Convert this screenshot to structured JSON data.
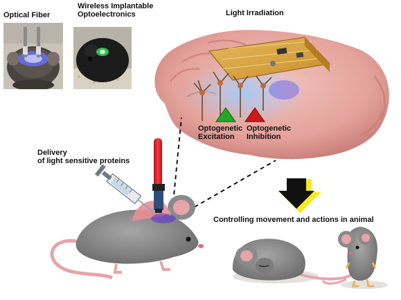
{
  "labels": {
    "optical_fiber": "Optical Fiber",
    "wireless_line1": "Wireless Implantable",
    "wireless_line2": "Optoelectronics",
    "light_irradiation": "Light Irradiation",
    "excitation_line1": "Optogenetic",
    "excitation_line2": "Excitation",
    "inhibition_line1": "Optogenetic",
    "inhibition_line2": "Inhibition",
    "delivery_line1": "Delivery",
    "delivery_line2": "of light sensitive proteins",
    "controlling": "Controlling movement and actions in animal"
  },
  "colors": {
    "excitation": "#22aa22",
    "inhibition": "#cc1a1a",
    "fiber_red": "#d81f2a",
    "implant_blue": "#2f4f78",
    "brain_pink": "#e9a7a0",
    "mouse_gray": "#8f8f8f",
    "arrow_fill": "#111111",
    "arrow_glow": "#f2e600"
  },
  "icons": {
    "neurons": "neuron-icon",
    "excitation_marker": "green-triangle-icon",
    "inhibition_marker": "red-triangle-icon",
    "down_arrow": "down-arrow-icon",
    "syringe": "syringe-icon"
  }
}
